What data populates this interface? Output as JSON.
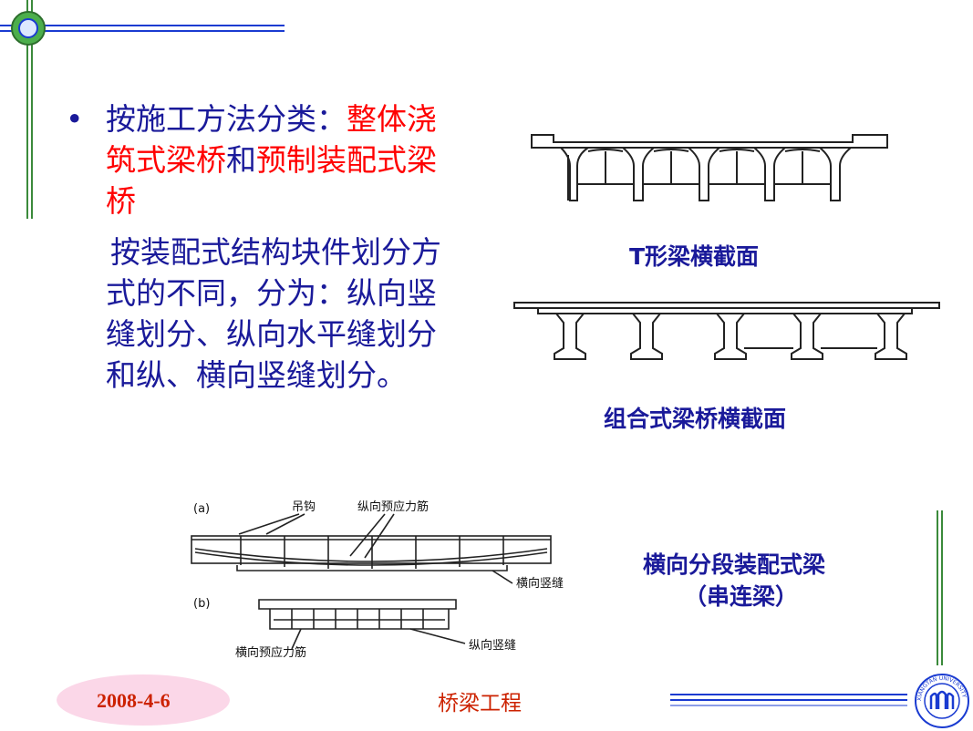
{
  "bullet": {
    "symbol": "•",
    "prefix": "按施工方法分类：",
    "highlight1": "整体浇筑式梁桥",
    "connector": "和",
    "highlight2": "预制装配式梁桥"
  },
  "paragraph": {
    "text": "按装配式结构块件划分方式的不同，分为：纵向竖缝划分、纵向水平缝划分和纵、横向竖缝划分。"
  },
  "figures": {
    "t_beam_caption": "T形梁横截面",
    "composite_caption": "组合式梁桥横截面",
    "segment_caption_line1": "横向分段装配式梁",
    "segment_caption_line2": "（串连梁）",
    "label_a": "(a)",
    "label_b": "(b)",
    "label_hook": "吊钩",
    "label_long_prestress": "纵向预应力筋",
    "label_transverse_joint": "横向竖缝",
    "label_transverse_prestress": "横向预应力筋",
    "label_long_joint": "纵向竖缝"
  },
  "footer": {
    "date": "2008-4-6",
    "title": "桥梁工程",
    "logo_text": "XIANGTAN UNIVERSITY"
  },
  "colors": {
    "accent_red": "#ff0000",
    "text_blue": "#1a1a9a",
    "deco_blue": "#1a3bd1",
    "deco_green": "#3b8a3b",
    "footer_red": "#cc2200",
    "date_oval": "#fbd7e8"
  }
}
